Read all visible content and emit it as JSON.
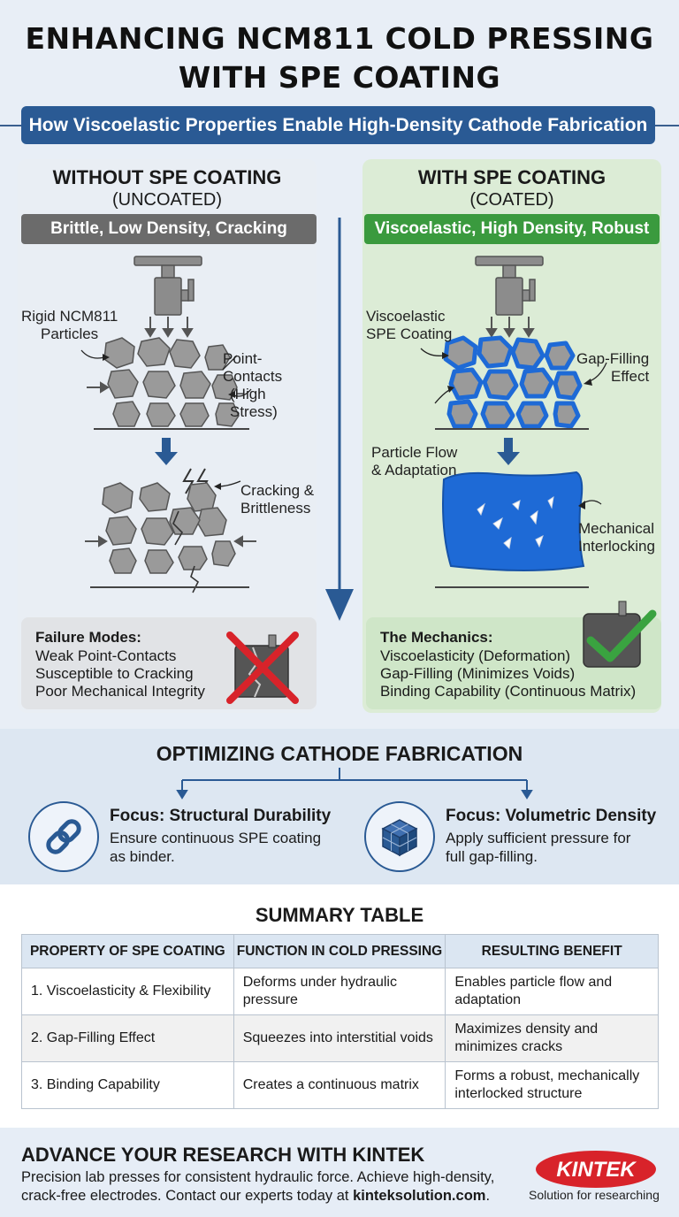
{
  "header": {
    "title_line1": "ENHANCING NCM811 COLD PRESSING",
    "title_line2": "WITH SPE COATING",
    "subtitle": "How Viscoelastic Properties Enable High-Density Cathode Fabrication"
  },
  "left_panel": {
    "heading": "WITHOUT SPE COATING",
    "subheading": "(UNCOATED)",
    "tag": "Brittle, Low Density, Cracking",
    "callouts": {
      "particles": [
        "Rigid NCM811",
        "Particles"
      ],
      "point_contacts": [
        "Point-Contacts",
        "(High Stress)"
      ],
      "cracking": [
        "Cracking &",
        "Brittleness"
      ]
    },
    "info": {
      "title": "Failure Modes:",
      "lines": [
        "Weak Point-Contacts",
        "Susceptible to Cracking",
        "Poor Mechanical Integrity"
      ]
    }
  },
  "right_panel": {
    "heading": "WITH SPE COATING",
    "subheading": "(COATED)",
    "tag": "Viscoelastic, High Density, Robust",
    "callouts": {
      "coating": [
        "Viscoelastic",
        "SPE Coating"
      ],
      "gap_filling": [
        "Gap-Filling",
        "Effect"
      ],
      "flow": [
        "Particle Flow",
        "& Adaptation"
      ],
      "interlocking": [
        "Mechanical",
        "Interlocking"
      ]
    },
    "info": {
      "title": "The Mechanics:",
      "lines": [
        "Viscoelasticity (Deformation)",
        "Gap-Filling (Minimizes Voids)",
        "Binding Capability (Continuous Matrix)"
      ]
    }
  },
  "optimizing": {
    "title": "OPTIMIZING CATHODE FABRICATION",
    "items": [
      {
        "title": "Focus: Structural Durability",
        "text_line1": "Ensure continuous SPE coating",
        "text_line2": "as binder.",
        "icon": "chain-link-icon"
      },
      {
        "title": "Focus: Volumetric Density",
        "text_line1": "Apply sufficient pressure for",
        "text_line2": "full gap-filling.",
        "icon": "cube-icon"
      }
    ]
  },
  "summary": {
    "title": "SUMMARY TABLE",
    "headers": [
      "PROPERTY OF SPE COATING",
      "FUNCTION IN COLD PRESSING",
      "RESULTING BENEFIT"
    ],
    "rows": [
      {
        "property": "1. Viscoelasticity & Flexibility",
        "function": "Deforms under hydraulic pressure",
        "benefit": "Enables particle flow and adaptation"
      },
      {
        "property": "2. Gap-Filling Effect",
        "function": "Squeezes into interstitial voids",
        "benefit": "Maximizes density and minimizes cracks"
      },
      {
        "property": "3. Binding Capability",
        "function": "Creates a continuous matrix",
        "benefit": "Forms a robust, mechanically interlocked structure"
      }
    ]
  },
  "footer": {
    "title": "ADVANCE YOUR RESEARCH WITH KINTEK",
    "text": "Precision lab presses for consistent hydraulic force. Achieve high-density, crack-free electrodes. Contact our experts today at ",
    "link": "kinteksolution.com",
    "text_end": ".",
    "logo_text": "KINTEK",
    "logo_tagline": "Solution for researching"
  },
  "colors": {
    "brand_blue": "#2a5a94",
    "gray_tag": "#6b6b6b",
    "green_tag": "#3a9a3e",
    "particle_gray": "#9a9a9a",
    "coating_blue": "#1e6ad6",
    "logo_red": "#d8232a"
  }
}
